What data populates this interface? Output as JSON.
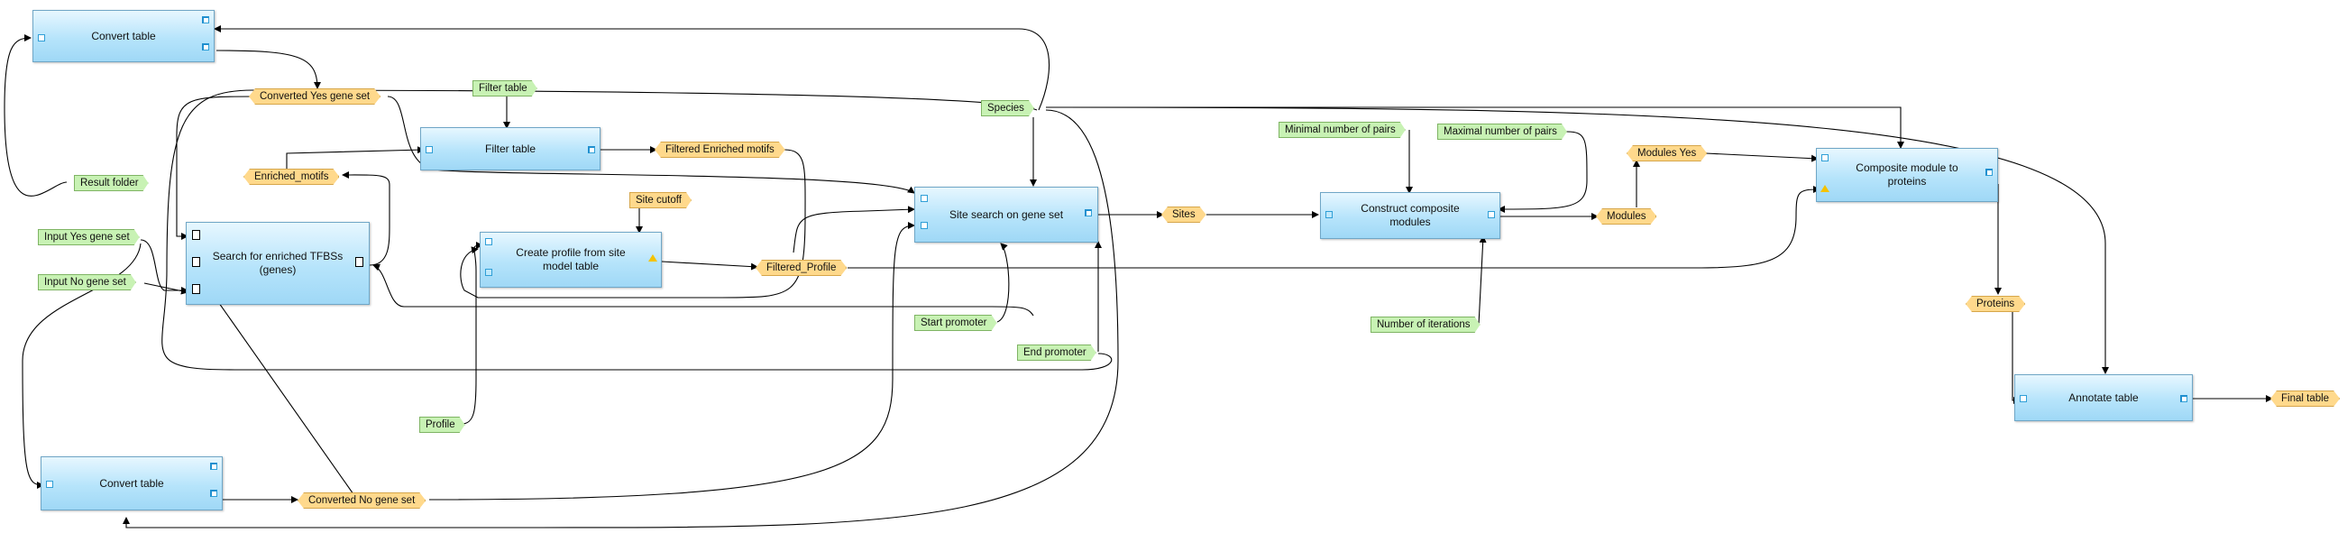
{
  "nodes": {
    "convert_table_top": "Convert table",
    "convert_table_bottom": "Convert table",
    "search_enriched": "Search for enriched TFBSs (genes)",
    "filter_table": "Filter table",
    "create_profile": "Create profile from site model table",
    "site_search": "Site search on gene set",
    "construct_composite": "Construct composite modules",
    "composite_to_proteins": "Composite module to proteins",
    "annotate_table": "Annotate table"
  },
  "parameters": {
    "result_folder": "Result folder",
    "input_yes": "Input Yes gene set",
    "input_no": "Input No gene set",
    "filter_table_param": "Filter table",
    "species": "Species",
    "site_cutoff": "Site cutoff",
    "profile": "Profile",
    "start_promoter": "Start promoter",
    "end_promoter": "End promoter",
    "min_pairs": "Minimal number of pairs",
    "max_pairs": "Maximal number of pairs",
    "num_iterations": "Number of iterations"
  },
  "variables": {
    "converted_yes": "Converted Yes gene set",
    "converted_no": "Converted No gene set",
    "enriched_motifs": "Enriched_motifs",
    "filtered_enriched": "Filtered Enriched motifs",
    "filtered_profile": "Filtered_Profile",
    "sites": "Sites",
    "modules": "Modules",
    "modules_yes": "Modules Yes",
    "proteins": "Proteins",
    "final_table": "Final table"
  },
  "colors": {
    "analysis_fill": "#b6e4fb",
    "parameter_fill": "#c8f2b4",
    "variable_fill": "#ffd98c",
    "edge": "#000000"
  }
}
